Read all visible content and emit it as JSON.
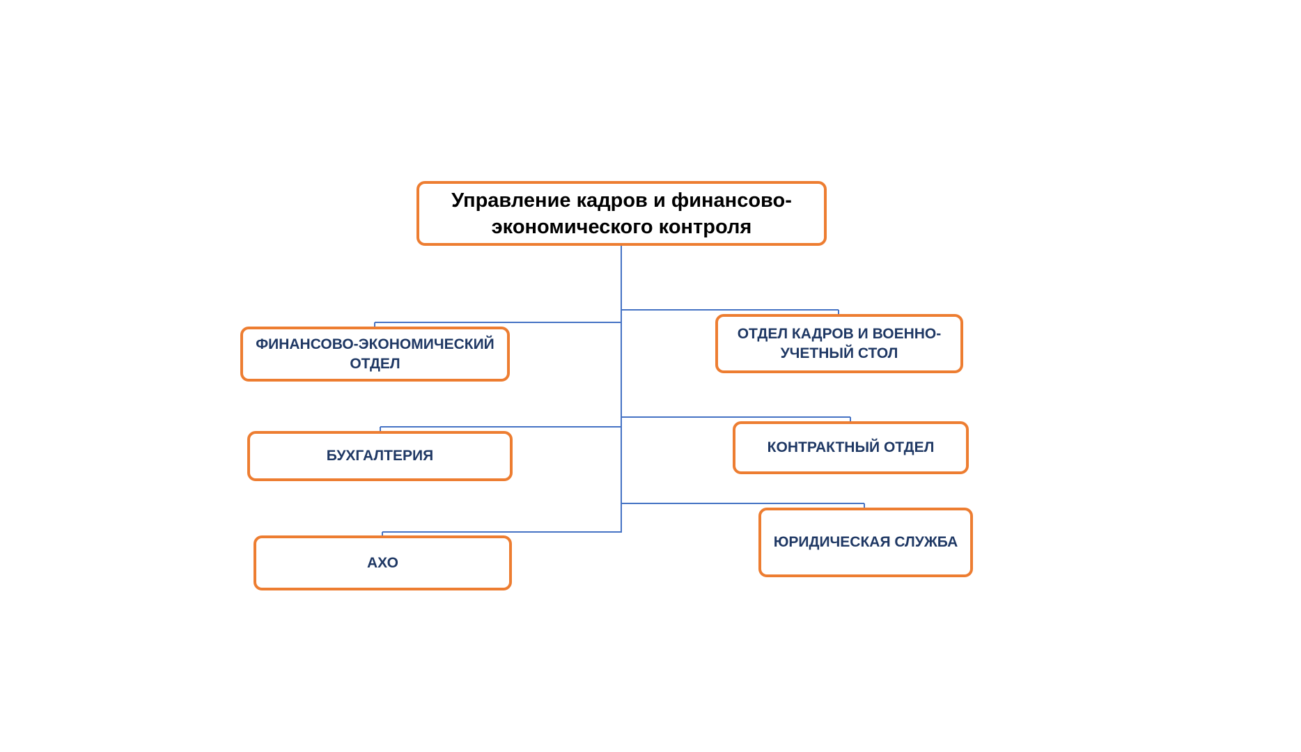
{
  "colors": {
    "box_border": "#ED7D31",
    "connector": "#4472C4",
    "dept_text": "#1F3864",
    "root_text": "#000000",
    "background": "#FFFFFF"
  },
  "root": {
    "label": "Управление кадров и финансово-\nэкономического контроля"
  },
  "departments": {
    "finance_economic": "ФИНАНСОВО-ЭКОНОМИЧЕСКИЙ\nОТДЕЛ",
    "hr_military": "ОТДЕЛ КАДРОВ И ВОЕННО-\nУЧЕТНЫЙ СТОЛ",
    "accounting": "БУХГАЛТЕРИЯ",
    "contract": "КОНТРАКТНЫЙ ОТДЕЛ",
    "admin": "АХО",
    "legal": "ЮРИДИЧЕСКАЯ СЛУЖБА"
  }
}
